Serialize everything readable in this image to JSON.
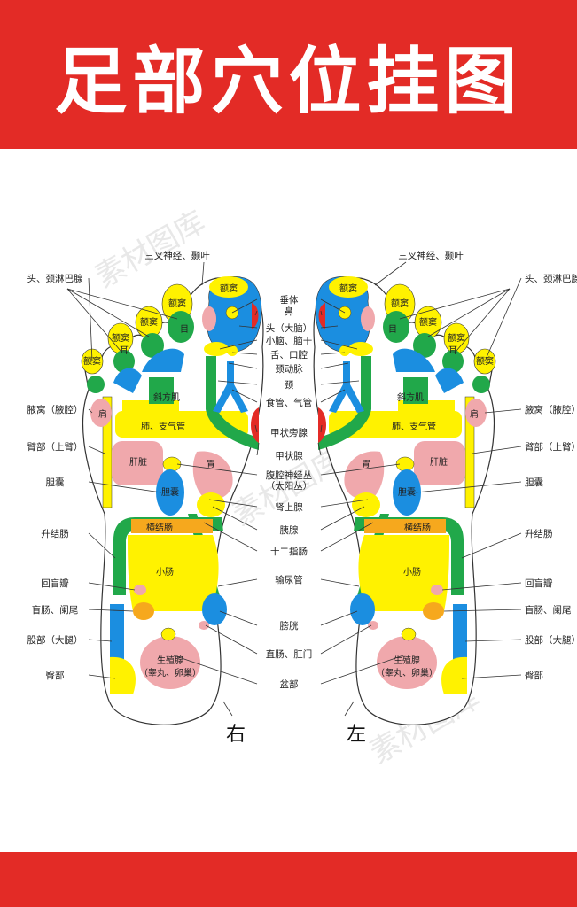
{
  "title": "足部穴位挂图",
  "colors": {
    "banner": "#e32b26",
    "yellow": "#fff200",
    "blue": "#1b8ee0",
    "green": "#21a84a",
    "pink": "#f0a8ac",
    "red": "#e32b26",
    "orange": "#f6a81d"
  },
  "side_labels": {
    "right": "右",
    "left": "左"
  },
  "center_labels": [
    "垂体",
    "鼻",
    "头（大脑）",
    "小脑、脑干",
    "舌、口腔",
    "颈动脉",
    "颈",
    "食管、气管",
    "甲状旁腺",
    "甲状腺",
    "腹腔神经丛",
    "（太阳丛）",
    "肾上腺",
    "胰腺",
    "十二指肠",
    "输尿管",
    "膀胱",
    "直肠、肛门",
    "盆部"
  ],
  "right_foot_labels": [
    "三叉神经、颞叶",
    "头、颈淋巴腺",
    "腋窝（腋腔）",
    "臂部（上臂）",
    "胆囊",
    "升结肠",
    "回盲瓣",
    "盲肠、阑尾",
    "股部（大腿）",
    "臀部"
  ],
  "left_foot_labels": [
    "三叉神经、颞叶",
    "头、颈淋巴腺",
    "腋窝（腋腔）",
    "臂部（上臂）",
    "胆囊",
    "升结肠",
    "回盲瓣",
    "盲肠、阑尾",
    "股部（大腿）",
    "臀部"
  ],
  "right_inner": [
    "额窦",
    "额窦",
    "额窦",
    "额窦",
    "额窦",
    "耳",
    "目",
    "斜方肌",
    "肩",
    "肺、支气管",
    "肝脏",
    "胃",
    "胆囊",
    "横结肠",
    "小肠",
    "生殖腺",
    "（睾丸、卵巢）"
  ],
  "left_inner": [
    "额窦",
    "额窦",
    "额窦",
    "额窦",
    "额窦",
    "耳",
    "目",
    "斜方肌",
    "肩",
    "肺、支气管",
    "肝脏",
    "胃",
    "胆囊",
    "横结肠",
    "小肠",
    "生殖腺",
    "（睾丸、卵巢）"
  ],
  "watermark": "素材图库"
}
